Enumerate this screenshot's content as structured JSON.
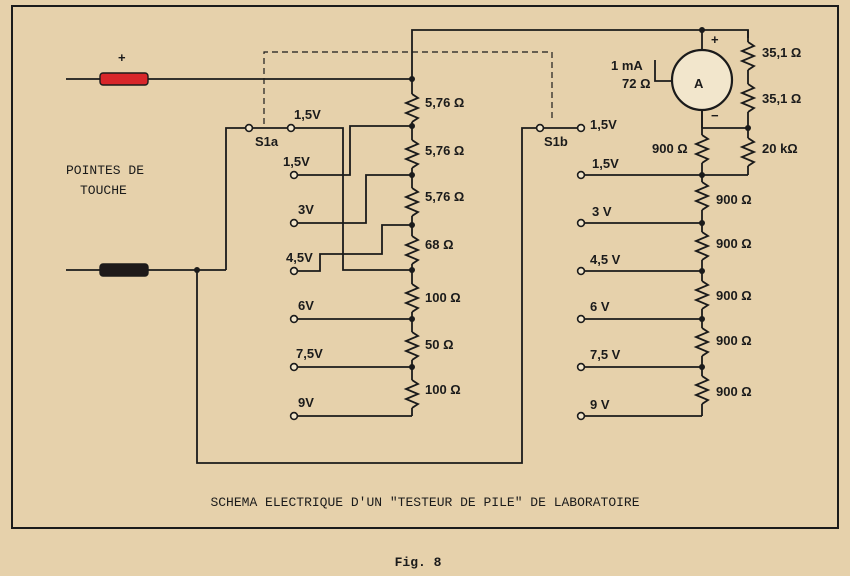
{
  "probes": {
    "plus": "+",
    "label_line1": "POINTES DE",
    "label_line2": "TOUCHE",
    "positive_color": "#d8262a",
    "negative_color": "#1e1a1a"
  },
  "switch_a": {
    "name": "S1a",
    "positions": [
      "1,5V",
      "1,5V",
      "3V",
      "4,5V",
      "6V",
      "7,5V",
      "9V"
    ]
  },
  "switch_b": {
    "name": "S1b",
    "positions": [
      "1,5V",
      "1,5V",
      "3 V",
      "4,5 V",
      "6 V",
      "7,5 V",
      "9 V"
    ]
  },
  "divider_a": {
    "resistors": [
      "5,76 Ω",
      "5,76 Ω",
      "5,76 Ω",
      "68 Ω",
      "100 Ω",
      "50 Ω",
      "100 Ω"
    ]
  },
  "divider_b": {
    "resistors": [
      "900 Ω",
      "900 Ω",
      "900 Ω",
      "900 Ω",
      "900 Ω"
    ]
  },
  "meter": {
    "symbol": "A",
    "rating_line1": "1 mA",
    "rating_line2": "72 Ω",
    "plus": "+",
    "minus": "−",
    "series_resistor": "900 Ω",
    "shunts": [
      "35,1 Ω",
      "35,1 Ω",
      "20 kΩ"
    ]
  },
  "caption": "SCHEMA ELECTRIQUE D'UN \"TESTEUR DE PILE\" DE LABORATOIRE",
  "figure_label": "Fig. 8"
}
